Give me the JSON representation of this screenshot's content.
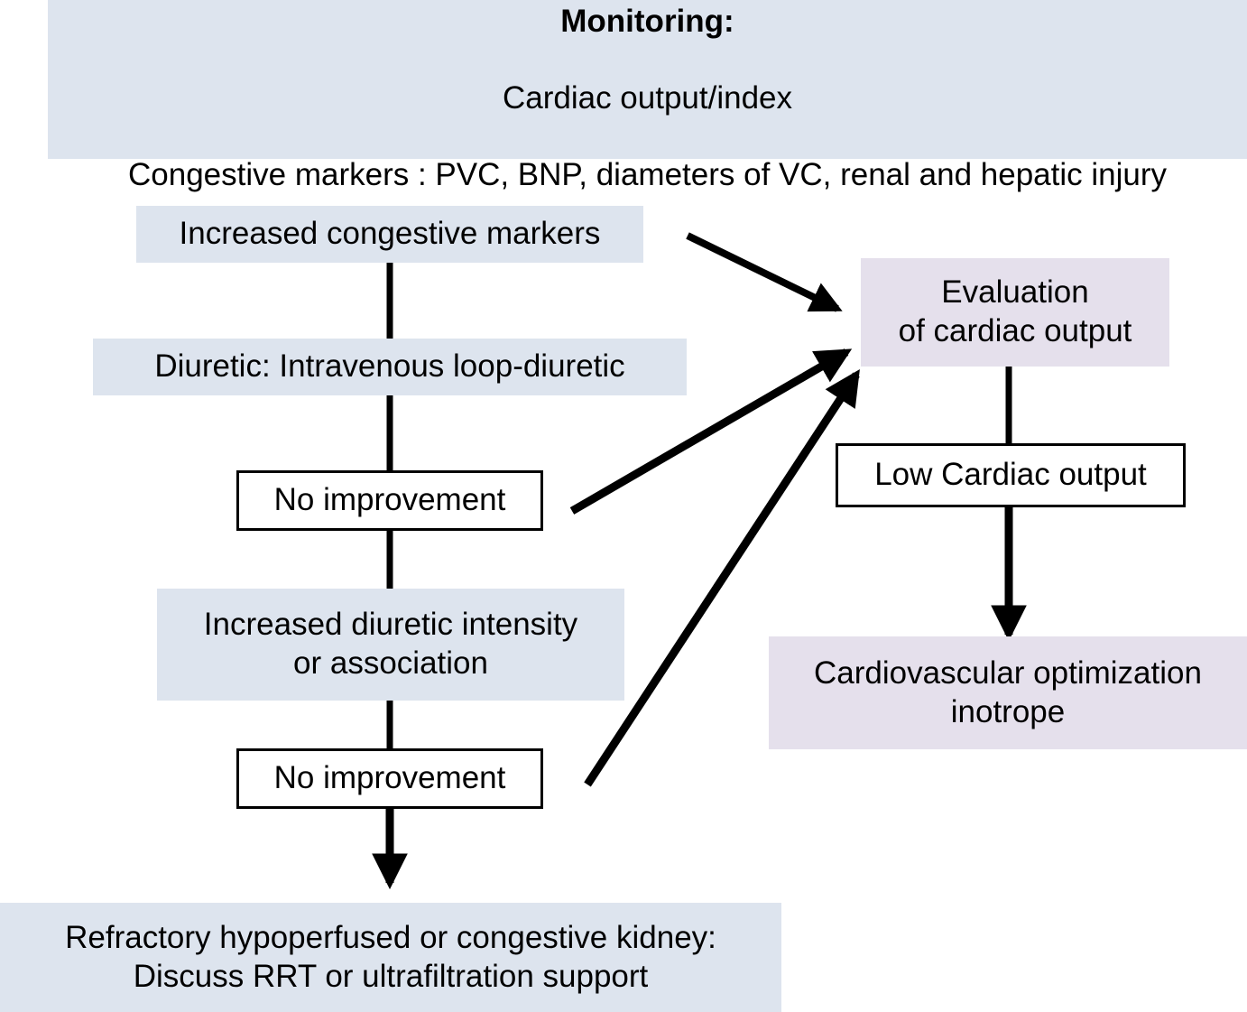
{
  "diagram": {
    "title_block": {
      "heading": "Monitoring:",
      "line2": "Cardiac output/index",
      "line3": "Congestive markers : PVC, BNP, diameters of VC, renal and hepatic injury"
    },
    "colors": {
      "fill_blue": "#dde4ee",
      "fill_lavender": "#e5e0ec",
      "stroke": "#000000",
      "background": "#ffffff",
      "text": "#000000"
    },
    "nodes": {
      "increased_congestive_markers": "Increased congestive markers",
      "diuretic": "Diuretic: Intravenous loop-diuretic",
      "no_improvement_1": "No improvement",
      "increased_diuretic_intensity": "Increased diuretic intensity\nor association",
      "no_improvement_2": "No improvement",
      "refractory": "Refractory hypoperfused or congestive kidney:\nDiscuss RRT or ultrafiltration support",
      "evaluation_cardiac_output": "Evaluation\nof cardiac output",
      "low_cardiac_output": "Low Cardiac output",
      "cardiovascular_optimization": "Cardiovascular optimization\ninotrope"
    },
    "edges": [
      {
        "from": "increased_congestive_markers",
        "to": "diuretic",
        "style": "plain-vertical"
      },
      {
        "from": "diuretic",
        "to": "no_improvement_1",
        "style": "plain-vertical"
      },
      {
        "from": "no_improvement_1",
        "to": "increased_diuretic_intensity",
        "style": "plain-vertical"
      },
      {
        "from": "increased_diuretic_intensity",
        "to": "no_improvement_2",
        "style": "plain-vertical"
      },
      {
        "from": "no_improvement_2",
        "to": "refractory",
        "style": "arrow-down"
      },
      {
        "from": "increased_congestive_markers",
        "to": "evaluation_cardiac_output",
        "style": "arrow-diagonal"
      },
      {
        "from": "no_improvement_1",
        "to": "evaluation_cardiac_output",
        "style": "arrow-diagonal"
      },
      {
        "from": "no_improvement_2",
        "to": "evaluation_cardiac_output",
        "style": "arrow-diagonal"
      },
      {
        "from": "evaluation_cardiac_output",
        "to": "low_cardiac_output",
        "style": "plain-vertical"
      },
      {
        "from": "low_cardiac_output",
        "to": "cardiovascular_optimization",
        "style": "arrow-down"
      }
    ]
  }
}
